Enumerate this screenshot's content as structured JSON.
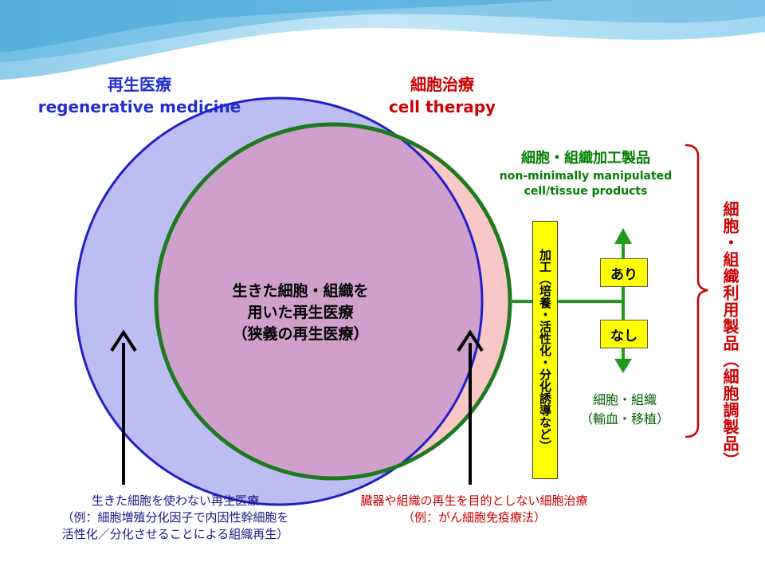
{
  "colors": {
    "regen_title": "#1f2fd0",
    "cell_title": "#d00000",
    "cell_processed_title": "#008000",
    "red_text": "#cc0000",
    "circle_left_fill": "#b8baf2",
    "circle_right_fill": "#f8c8c6",
    "overlap_fill": "#cfa0cc",
    "circle_left_stroke": "#2020c8",
    "circle_right_stroke": "#1f7a1f",
    "yellow": "#ffff00"
  },
  "regen": {
    "jp": "再生医療",
    "en": "regenerative medicine"
  },
  "cell_therapy": {
    "jp": "細胞治療",
    "en": "cell therapy"
  },
  "overlap": {
    "line1": "生きた細胞・組織を",
    "line2": "用いた再生医療",
    "line3": "（狭義の再生医療）"
  },
  "processed_products": {
    "jp": "細胞・組織加工製品",
    "en1": "non-minimally manipulated",
    "en2": "cell/tissue products"
  },
  "processing_box": "加工（培養・活性化・分化誘導など）",
  "yes_label": "あり",
  "no_label": "なし",
  "unprocessed": {
    "line1": "細胞・組織",
    "line2": "（輸血・移植）"
  },
  "bracket_label": "細胞・組織利用製品（細胞調製品）",
  "left_note": {
    "line1": "生きた細胞を使わない再生医療",
    "line2": "（例：細胞増殖分化因子で内因性幹細胞を",
    "line3": "活性化／分化させることによる組織再生）"
  },
  "right_note": {
    "line1": "臓器や組織の再生を目的としない細胞治療",
    "line2": "（例：がん細胞免疫療法）"
  }
}
